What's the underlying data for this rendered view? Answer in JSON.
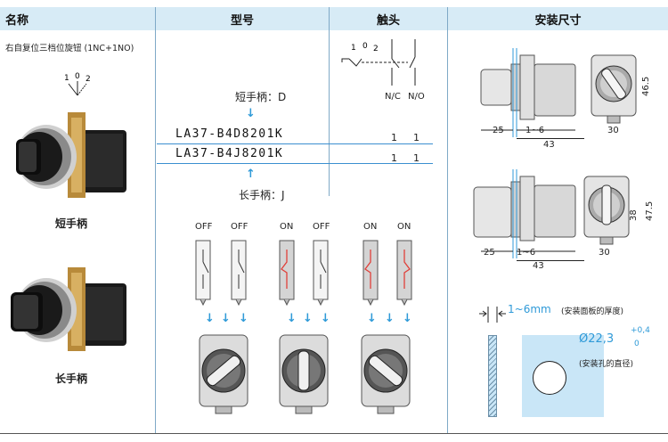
{
  "header": {
    "col1": "名称",
    "col2": "型号",
    "col3": "触头",
    "col4": "安装尺寸"
  },
  "product": {
    "description": "右自复位三档位旋钮 (1NC+1NO)",
    "diagram_labels": {
      "left": "1",
      "middle": "0",
      "right": "2"
    },
    "short_handle_label": "短手柄",
    "long_handle_label": "长手柄"
  },
  "models": {
    "short_handle_caption": "短手柄：D",
    "long_handle_caption": "长手柄：J",
    "rows": [
      {
        "code": "LA37-B4D8201K",
        "nc": "1",
        "no": "1"
      },
      {
        "code": "LA37-B4J8201K",
        "nc": "1",
        "no": "1"
      }
    ]
  },
  "contacts": {
    "labels": {
      "left": "1",
      "middle": "0",
      "right": "2"
    },
    "nc_label": "N/C",
    "no_label": "N/O"
  },
  "positions": {
    "states": [
      "OFF",
      "OFF",
      "ON",
      "OFF",
      "ON",
      "ON"
    ]
  },
  "dimensions": {
    "top": {
      "d1": "25",
      "d2": "1~6",
      "d3": "43",
      "d4": "30",
      "d5": "46.5"
    },
    "bottom": {
      "d1": "25",
      "d2": "1~6",
      "d3": "43",
      "d4": "30",
      "d5": "38",
      "d6": "47.5"
    }
  },
  "panel": {
    "thickness_label": "1~6mm",
    "thickness_note": "(安装面板的厚度)",
    "hole_label": "Ø22,3",
    "hole_tol_upper": "+0,4",
    "hole_tol_lower": "0",
    "hole_note": "(安装孔的直径)"
  },
  "colors": {
    "header_bg": "#d7ebf6",
    "accent": "#2f9ad8",
    "panel": "#c9e6f7",
    "red": "#e0403a"
  }
}
